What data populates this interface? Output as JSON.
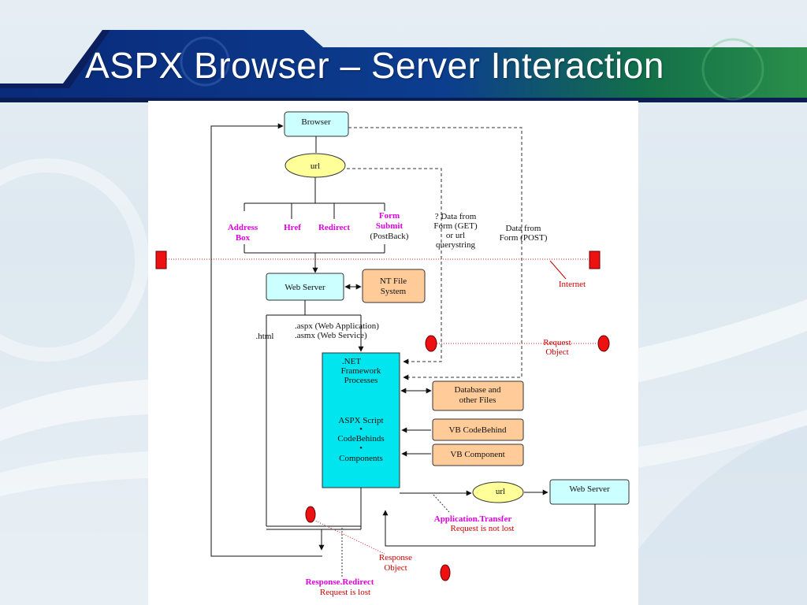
{
  "slide": {
    "title": "ASPX Browser – Server Interaction"
  },
  "colors": {
    "title_band": "#0b2a6f",
    "title_accent_green": "#1f7a3a",
    "box_cyan": "#ccffff",
    "box_peach": "#ffcc99",
    "dotnet_cyan": "#00e5ee",
    "ellipse_yellow": "#ffff99",
    "request_red": "#ee1111",
    "label_magenta": "#e000e0"
  },
  "diagram": {
    "browser": "Browser",
    "url_top": "url",
    "address_box": [
      "Address",
      "Box"
    ],
    "href": "Href",
    "redirect": "Redirect",
    "form_submit": [
      "Form",
      "Submit"
    ],
    "postback": "(PostBack)",
    "query_note": [
      "? Data from",
      "Form (GET)",
      "or url",
      "querystring"
    ],
    "post_note": [
      "Data from",
      "Form (POST)"
    ],
    "internet": "Internet",
    "web_server": "Web Server",
    "nt_file_system": [
      "NT File",
      "System"
    ],
    "html_label": ".html",
    "aspx_label": ".aspx (Web Application)",
    "asmx_label": ".asmx (Web Service)",
    "request_object": [
      "Request",
      "Object"
    ],
    "dotnet_box": [
      ".NET",
      "Framework",
      "Processes"
    ],
    "dotnet_contents": [
      "ASPX Script",
      "•",
      "CodeBehinds",
      "•",
      "Components"
    ],
    "database": [
      "Database and",
      "other Files"
    ],
    "vb_codebehind": "VB CodeBehind",
    "vb_component": "VB Component",
    "url_bottom": "url",
    "web_server_2": "Web Server",
    "app_transfer": "Application.Transfer",
    "request_not_lost": "Request is not lost",
    "response_object": [
      "Response",
      "Object"
    ],
    "response_redirect": "Response.Redirect",
    "request_lost": "Request is lost"
  }
}
